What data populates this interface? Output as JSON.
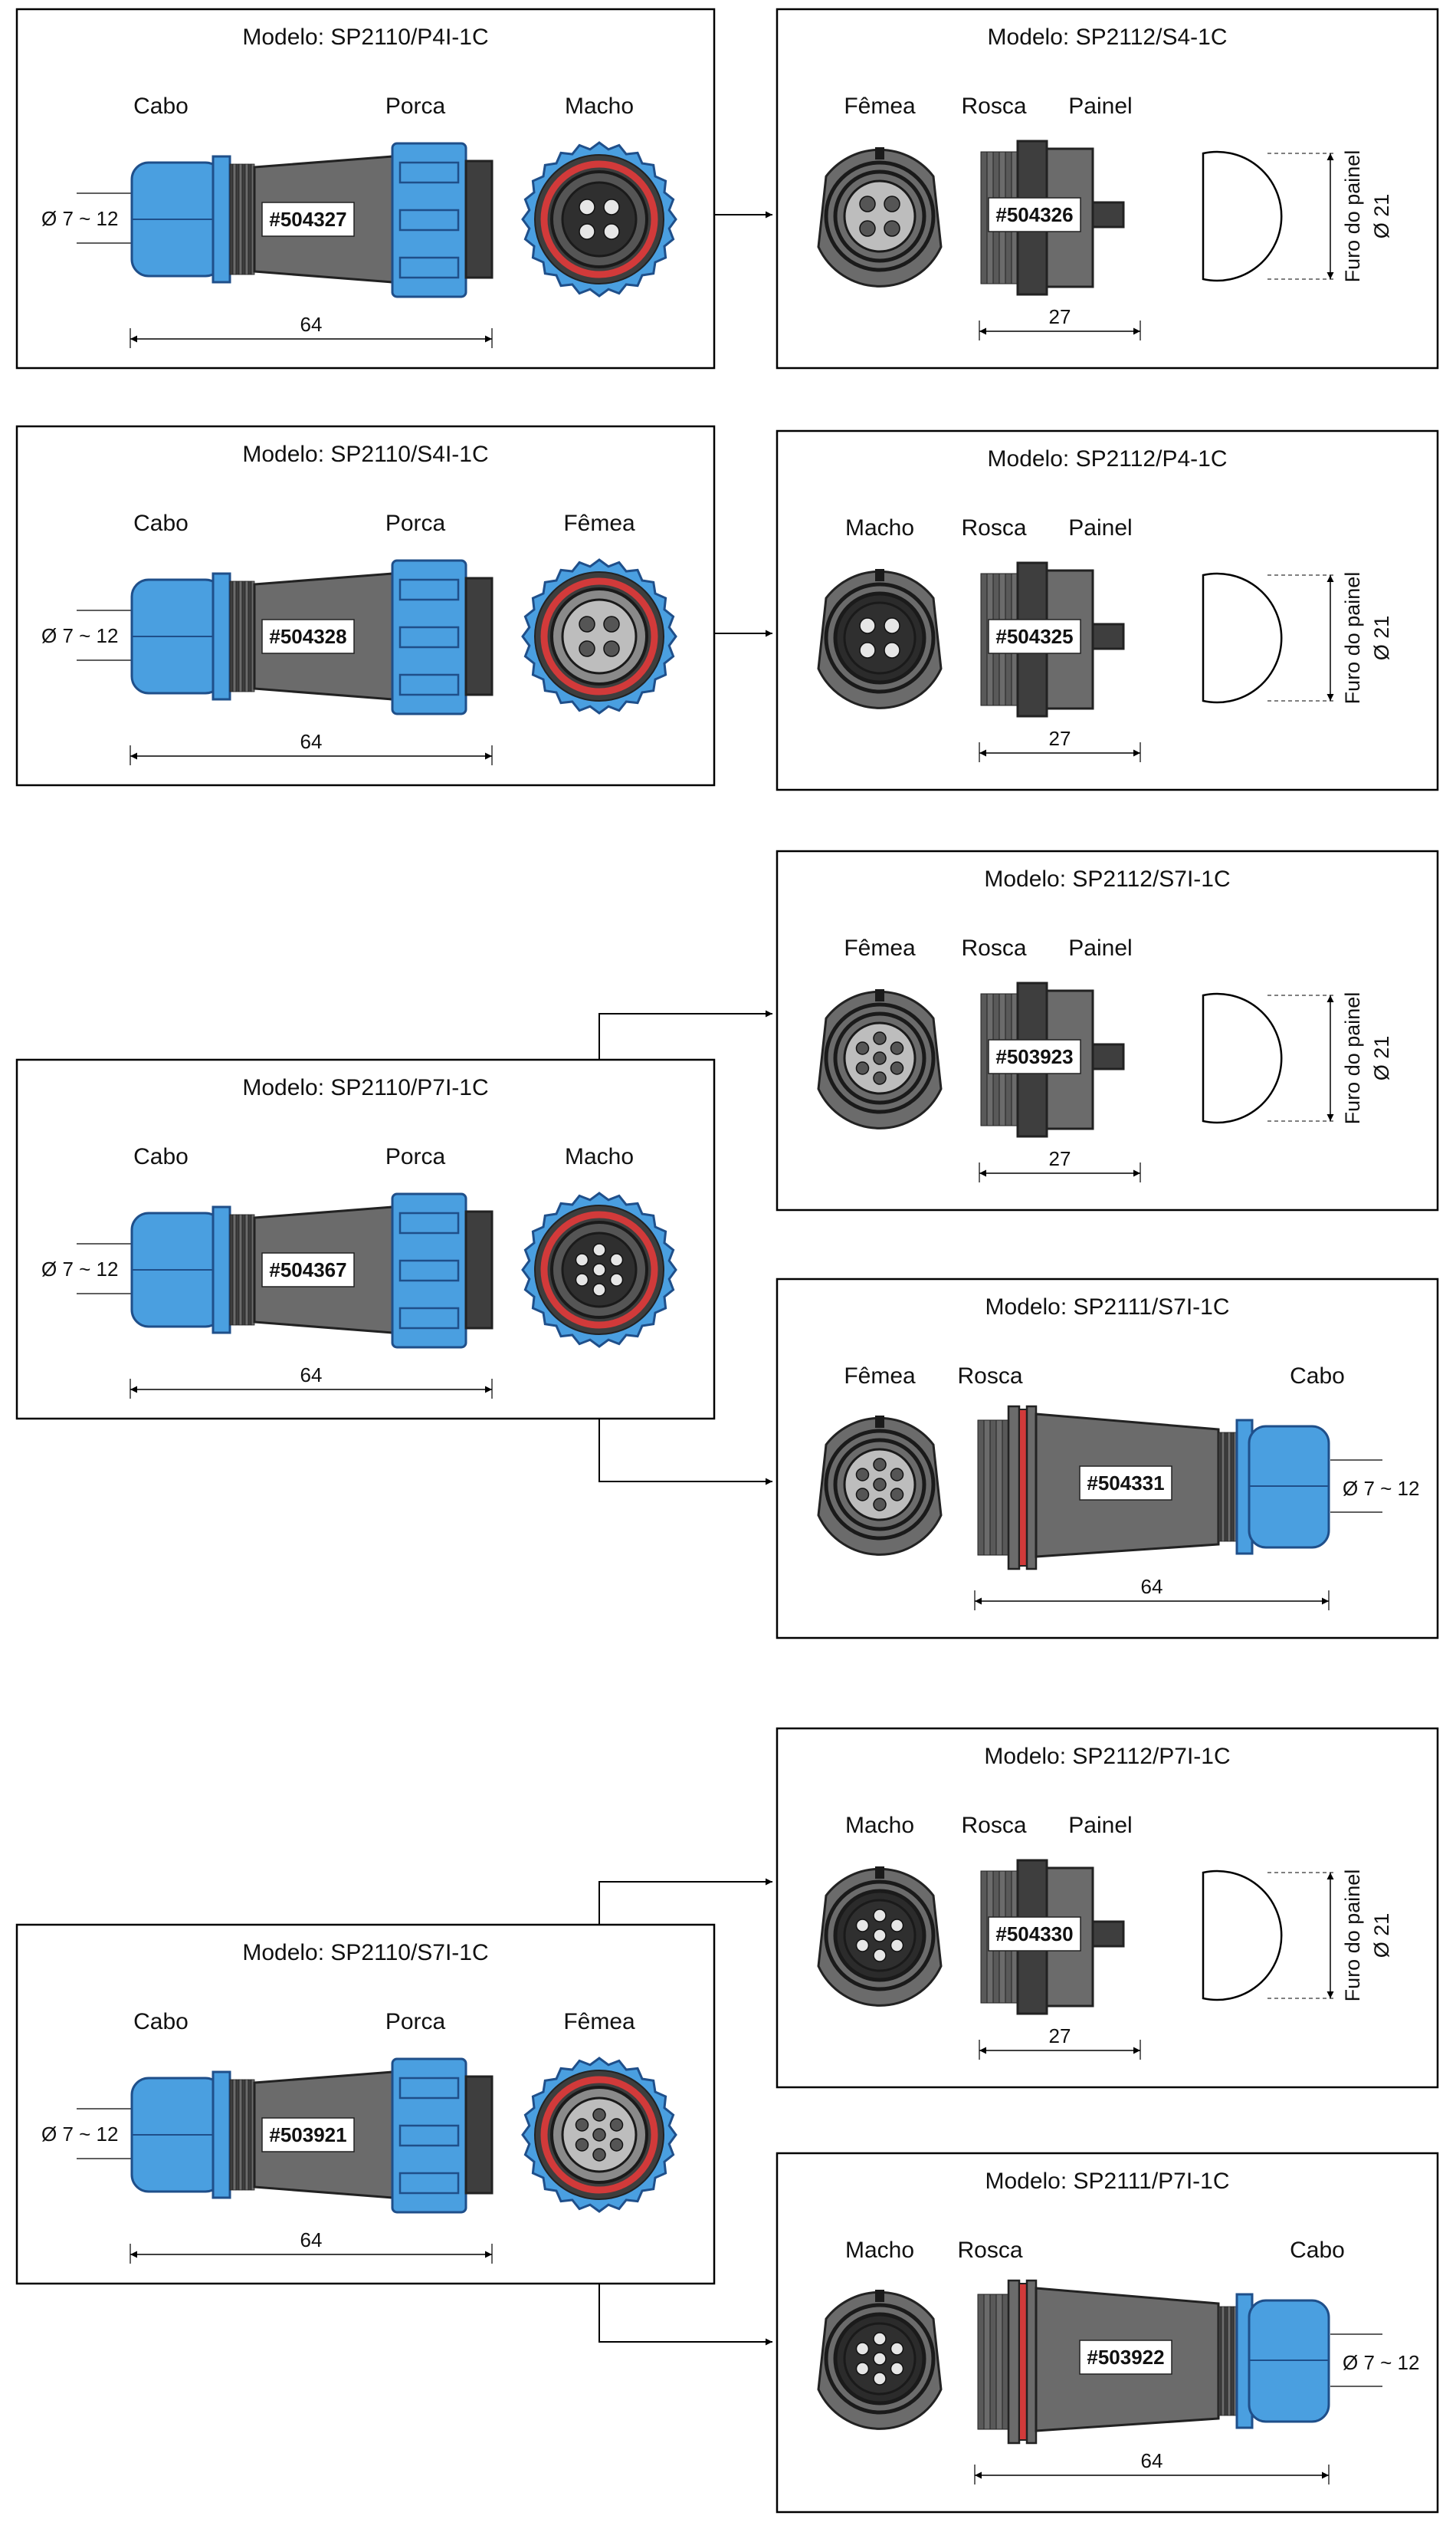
{
  "colors": {
    "blue": "#4a9fe0",
    "blue_dark": "#1f4f8a",
    "gray": "#6b6b6b",
    "gray_dark": "#3e3e3e",
    "red": "#d23a3a",
    "pin": "#c9c9c9",
    "line": "#000000"
  },
  "labels": {
    "model_prefix": "Modelo:",
    "cabo": "Cabo",
    "porca": "Porca",
    "macho": "Macho",
    "femea": "Fêmea",
    "rosca": "Rosca",
    "painel": "Painel",
    "cable_range": "Ø 7 ~ 12",
    "dim_plug": "64",
    "dim_panel": "27",
    "hole_label": "Furo do painel",
    "hole_dim": "Ø 21"
  },
  "plugs": [
    {
      "model": "SP2110/P4I-1C",
      "code": "#504327",
      "face_label": "Macho",
      "face": "male",
      "pins": 4
    },
    {
      "model": "SP2110/S4I-1C",
      "code": "#504328",
      "face_label": "Fêmea",
      "face": "female",
      "pins": 4
    },
    {
      "model": "SP2110/P7I-1C",
      "code": "#504367",
      "face_label": "Macho",
      "face": "male",
      "pins": 7
    },
    {
      "model": "SP2110/S7I-1C",
      "code": "#503921",
      "face_label": "Fêmea",
      "face": "female",
      "pins": 7
    }
  ],
  "sockets": [
    {
      "model": "SP2112/S4-1C",
      "code": "#504326",
      "kind": "panel",
      "face_label": "Fêmea",
      "pins": 4
    },
    {
      "model": "SP2112/P4-1C",
      "code": "#504325",
      "kind": "panel",
      "face_label": "Macho",
      "pins": 4
    },
    {
      "model": "SP2112/S7I-1C",
      "code": "#503923",
      "kind": "panel",
      "face_label": "Fêmea",
      "pins": 7
    },
    {
      "model": "SP2111/S7I-1C",
      "code": "#504331",
      "kind": "inline",
      "face_label": "Fêmea",
      "pins": 7
    },
    {
      "model": "SP2112/P7I-1C",
      "code": "#504330",
      "kind": "panel",
      "face_label": "Macho",
      "pins": 7
    },
    {
      "model": "SP2111/P7I-1C",
      "code": "#503922",
      "kind": "inline",
      "face_label": "Macho",
      "pins": 7
    }
  ]
}
